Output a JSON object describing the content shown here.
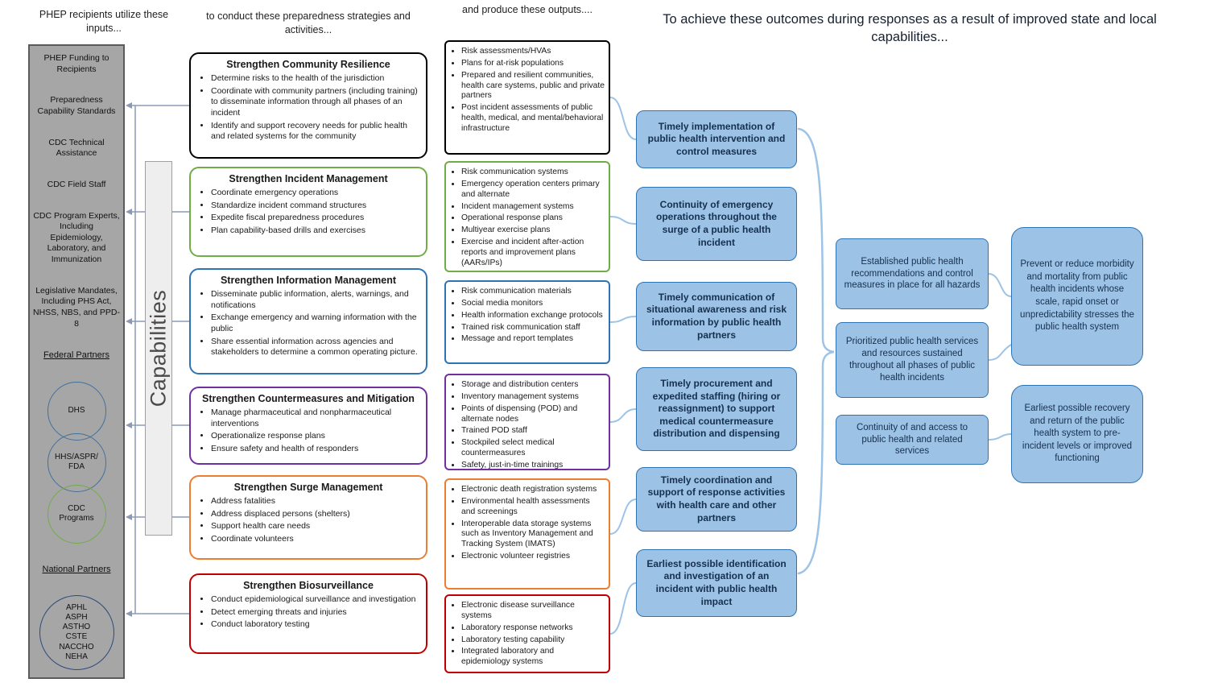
{
  "headers": {
    "inputs": "PHEP recipients utilize these inputs...",
    "strategies": "to conduct these preparedness strategies and activities...",
    "outputs": "and produce these outputs....",
    "outcomes": "To achieve these outcomes during responses as a result of improved state and local capabilities..."
  },
  "inputs": {
    "items": [
      "PHEP Funding to Recipients",
      "Preparedness Capability Standards",
      "CDC Technical Assistance",
      "CDC Field Staff",
      "CDC Program Experts, Including Epidemiology, Laboratory, and Immunization",
      "Legislative Mandates, Including PHS Act, NHSS, NBS, and PPD-8"
    ],
    "federal_partners_label": "Federal Partners",
    "federal_partners": [
      "DHS",
      "HHS/ASPR/ FDA",
      "CDC Programs"
    ],
    "national_partners_label": "National Partners",
    "national_partners": [
      "APHL",
      "ASPH",
      "ASTHO",
      "CSTE",
      "NACCHO",
      "NEHA"
    ]
  },
  "capabilities_label": "Capabilities",
  "strategies": [
    {
      "title": "Strengthen Community Resilience",
      "bullets": [
        "Determine risks to the health of the jurisdiction",
        "Coordinate with community partners (including training) to disseminate information through all phases of an incident",
        "Identify and support recovery needs for public health and related systems for the community"
      ]
    },
    {
      "title": "Strengthen Incident Management",
      "bullets": [
        "Coordinate emergency operations",
        "Standardize incident command structures",
        "Expedite fiscal preparedness procedures",
        "Plan capability-based drills and exercises"
      ]
    },
    {
      "title": "Strengthen Information Management",
      "bullets": [
        "Disseminate public information, alerts, warnings, and notifications",
        "Exchange emergency and warning information with the public",
        "Share essential information across agencies and stakeholders to determine a common operating picture."
      ]
    },
    {
      "title": "Strengthen Countermeasures and Mitigation",
      "bullets": [
        "Manage pharmaceutical and nonpharmaceutical interventions",
        "Operationalize response plans",
        "Ensure safety and health of responders"
      ]
    },
    {
      "title": "Strengthen Surge Management",
      "bullets": [
        "Address fatalities",
        "Address displaced persons (shelters)",
        "Support health care needs",
        "Coordinate volunteers"
      ]
    },
    {
      "title": "Strengthen Biosurveillance",
      "bullets": [
        "Conduct epidemiological surveillance and investigation",
        "Detect emerging threats and injuries",
        "Conduct laboratory testing"
      ]
    }
  ],
  "outputs": [
    {
      "bullets": [
        "Risk assessments/HVAs",
        "Plans for at-risk populations",
        "Prepared and resilient communities, health care systems, public and private partners",
        "Post incident assessments of public health, medical, and mental/behavioral infrastructure"
      ]
    },
    {
      "bullets": [
        "Risk communication systems",
        "Emergency operation centers primary and alternate",
        "Incident management systems",
        "Operational response plans",
        "Multiyear exercise plans",
        "Exercise and incident after-action reports and improvement plans (AARs/IPs)"
      ]
    },
    {
      "bullets": [
        "Risk communication materials",
        "Social media monitors",
        "Health information exchange protocols",
        "Trained risk communication staff",
        "Message and report templates"
      ]
    },
    {
      "bullets": [
        "Storage and distribution centers",
        "Inventory management systems",
        "Points of dispensing (POD) and alternate nodes",
        "Trained POD staff",
        "Stockpiled select medical countermeasures",
        "Safety, just-in-time trainings"
      ]
    },
    {
      "bullets": [
        "Electronic death registration systems",
        "Environmental health assessments and screenings",
        "Interoperable data storage systems such as Inventory Management and Tracking System (IMATS)",
        "Electronic volunteer registries"
      ]
    },
    {
      "bullets": [
        "Electronic disease surveillance systems",
        "Laboratory response networks",
        "Laboratory testing capability",
        "Integrated laboratory and epidemiology systems"
      ]
    }
  ],
  "outcomes": [
    "Timely implementation of public health intervention and control measures",
    "Continuity of emergency operations throughout the surge of a public health incident",
    "Timely communication of situational awareness and risk information by public health partners",
    "Timely procurement and expedited staffing (hiring or reassignment) to support medical countermeasure distribution and dispensing",
    "Timely coordination and support of response activities with health care and other partners",
    "Earliest possible identification and investigation of an incident with public health impact"
  ],
  "capability_outcomes": [
    "Established public health recommendations and control measures in place for all hazards",
    "Prioritized public health services and resources sustained throughout all phases of public health incidents",
    "Continuity of and access to public health and related services"
  ],
  "impacts": [
    "Prevent or reduce morbidity and mortality from public health incidents whose scale, rapid onset or unpredictability stresses the public health system",
    "Earliest possible recovery and return of the public health system to pre-incident levels or improved functioning"
  ],
  "colors": {
    "community_resilience": "#000000",
    "incident_management": "#70ad47",
    "information_management": "#2e74b5",
    "countermeasures_mitigation": "#7030a0",
    "surge_management": "#ed7d31",
    "biosurveillance": "#c00000",
    "outcome_fill": "#9cc2e5",
    "outcome_border": "#2e74b5",
    "input_panel_fill": "#a6a6a6"
  }
}
